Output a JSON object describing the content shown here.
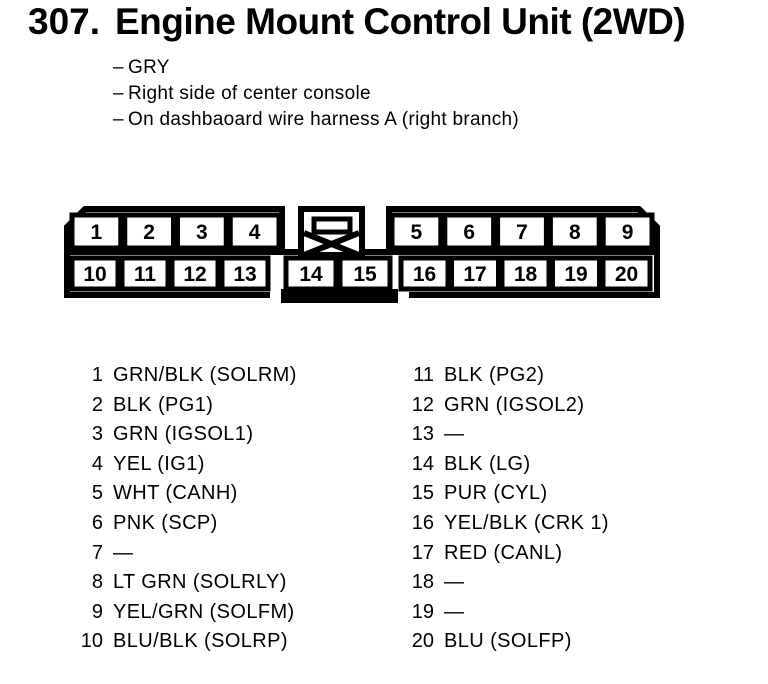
{
  "page": {
    "background": "#ffffff",
    "ink": "#000000"
  },
  "header": {
    "number": "307.",
    "title": "Engine Mount Control Unit (2WD)"
  },
  "notes": {
    "bullet": "–",
    "items": [
      "GRY",
      "Right side of center console",
      "On dashbaoard wire harness A (right branch)"
    ]
  },
  "connector": {
    "rows": 2,
    "cavity_count": 20,
    "top_left_cells": [
      "1",
      "2",
      "3",
      "4"
    ],
    "top_right_cells": [
      "5",
      "6",
      "7",
      "8",
      "9"
    ],
    "bottom_cells": [
      "10",
      "11",
      "12",
      "13",
      "14",
      "15",
      "16",
      "17",
      "18",
      "19",
      "20"
    ]
  },
  "pins": {
    "left": [
      {
        "n": "1",
        "label": "GRN/BLK (SOLRM)"
      },
      {
        "n": "2",
        "label": "BLK (PG1)"
      },
      {
        "n": "3",
        "label": "GRN (IGSOL1)"
      },
      {
        "n": "4",
        "label": "YEL (IG1)"
      },
      {
        "n": "5",
        "label": "WHT (CANH)"
      },
      {
        "n": "6",
        "label": "PNK (SCP)"
      },
      {
        "n": "7",
        "label": "—"
      },
      {
        "n": "8",
        "label": "LT GRN (SOLRLY)"
      },
      {
        "n": "9",
        "label": "YEL/GRN (SOLFM)"
      },
      {
        "n": "10",
        "label": "BLU/BLK (SOLRP)"
      }
    ],
    "right": [
      {
        "n": "11",
        "label": "BLK (PG2)"
      },
      {
        "n": "12",
        "label": "GRN (IGSOL2)"
      },
      {
        "n": "13",
        "label": "—"
      },
      {
        "n": "14",
        "label": "BLK (LG)"
      },
      {
        "n": "15",
        "label": "PUR (CYL)"
      },
      {
        "n": "16",
        "label": "YEL/BLK (CRK 1)"
      },
      {
        "n": "17",
        "label": "RED (CANL)"
      },
      {
        "n": "18",
        "label": "—"
      },
      {
        "n": "19",
        "label": "—"
      },
      {
        "n": "20",
        "label": "BLU (SOLFP)"
      }
    ]
  }
}
